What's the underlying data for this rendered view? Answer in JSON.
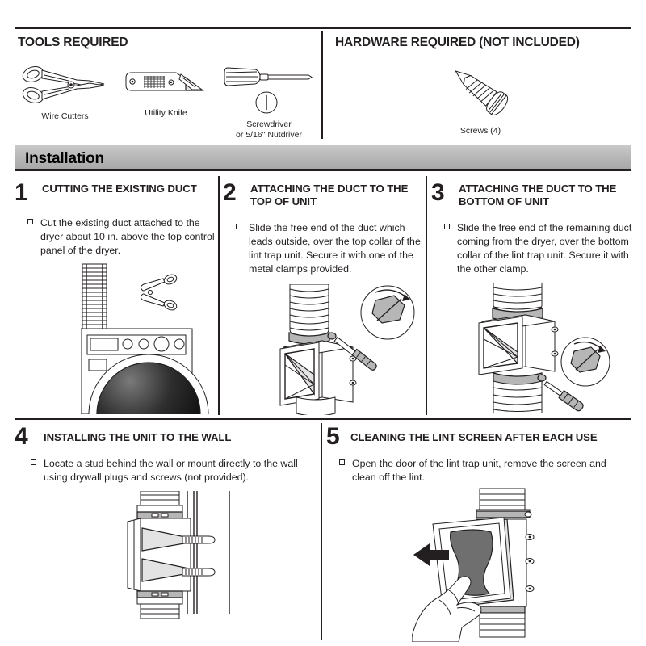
{
  "document": {
    "type": "installation-instruction-sheet"
  },
  "tools_section": {
    "title": "TOOLS REQUIRED",
    "items": [
      {
        "icon": "wire-cutters-icon",
        "label": "Wire Cutters"
      },
      {
        "icon": "utility-knife-icon",
        "label": "Utility Knife"
      },
      {
        "icon": "screwdriver-icon",
        "label": "Screwdriver\nor 5/16\" Nutdriver"
      }
    ]
  },
  "hardware_section": {
    "title": "HARDWARE REQUIRED (NOT INCLUDED)",
    "items": [
      {
        "icon": "screw-icon",
        "label": "Screws (4)"
      }
    ]
  },
  "installation_bar": {
    "label": "Installation"
  },
  "steps": [
    {
      "number": "1",
      "heading": "CUTTING THE EXISTING DUCT",
      "body": "Cut the existing duct attached to the dryer about 10 in. above the top control panel of the dryer.",
      "illustration": "dryer-with-duct-and-scissors"
    },
    {
      "number": "2",
      "heading": "ATTACHING THE DUCT TO THE TOP OF UNIT",
      "body": "Slide the free end of the duct which leads outside, over the top collar of the lint trap unit. Secure it with one of the metal clamps provided.",
      "illustration": "lint-trap-top-collar-with-screwdriver"
    },
    {
      "number": "3",
      "heading": "ATTACHING THE DUCT TO THE BOTTOM OF UNIT",
      "body": "Slide the free end of the remaining duct coming from the dryer, over the bottom collar of the lint trap unit. Secure it with the other clamp.",
      "illustration": "lint-trap-bottom-collar-with-screwdriver"
    },
    {
      "number": "4",
      "heading": "INSTALLING THE UNIT TO THE WALL",
      "body": "Locate a stud behind the wall or mount directly to the wall using drywall plugs and screws (not provided).",
      "illustration": "unit-mounted-to-wall-side-view"
    },
    {
      "number": "5",
      "heading": "CLEANING THE LINT SCREEN AFTER EACH USE",
      "body": "Open the door of the lint trap unit, remove the screen and clean off the lint.",
      "illustration": "hand-removing-lint-screen"
    }
  ],
  "colors": {
    "ink": "#231f20",
    "installation_bar": "#b9b9b9",
    "page_background": "#ffffff"
  }
}
